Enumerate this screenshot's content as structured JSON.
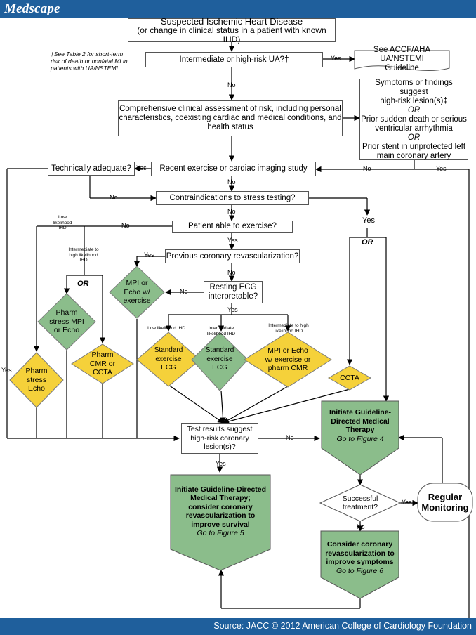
{
  "header": {
    "brand": "Medscape"
  },
  "footer": {
    "source": "Source: JACC © 2012 American College of Cardiology Foundation"
  },
  "note": "†See Table 2 for short-term risk of death or nonfatal MI in patients with UA/NSTEMI",
  "nodes": {
    "start_l1": "Suspected Ischemic Heart Disease",
    "start_l2": "(or change in clinical status in a patient with known IHD)",
    "ua": "Intermediate or high-risk UA?†",
    "see_l1": "See ACCF/AHA UA/NSTEMI",
    "see_l2": "Guideline",
    "assess_l1": "Comprehensive clinical assessment of risk, including personal",
    "assess_l2": "characteristics, coexisting cardiac and medical conditions, and",
    "assess_l3": "health status",
    "symptoms_l1": "Symptoms or findings suggest",
    "symptoms_l2": "high-risk lesion(s)‡",
    "symptoms_or1": "OR",
    "symptoms_l3": "Prior sudden death or serious",
    "symptoms_l4": "ventricular arrhythmia",
    "symptoms_or2": "OR",
    "symptoms_l5": "Prior stent in unprotected left",
    "symptoms_l6": "main coronary artery",
    "tech": "Technically adequate?",
    "recent": "Recent exercise or cardiac imaging study",
    "contra": "Contraindications to stress testing?",
    "able": "Patient able to exercise?",
    "prev": "Previous coronary revascularization?",
    "resting_l1": "Resting ECG",
    "resting_l2": "interpretable?",
    "results_l1": "Test results suggest",
    "results_l2": "high-risk coronary",
    "results_l3": "lesion(s)?",
    "successful_l1": "Successful",
    "successful_l2": "treatment?",
    "regular_l1": "Regular",
    "regular_l2": "Monitoring"
  },
  "diamonds": {
    "mpi_echo": [
      "MPI or",
      "Echo w/",
      "exercise"
    ],
    "pharm_mpi": [
      "Pharm",
      "stress MPI",
      "or Echo"
    ],
    "pharm_cmr": [
      "Pharm",
      "CMR or",
      "CCTA"
    ],
    "pharm_echo": [
      "Pharm",
      "stress",
      "Echo"
    ],
    "std_ecg_low": [
      "Standard",
      "exercise",
      "ECG"
    ],
    "std_ecg_int": [
      "Standard",
      "exercise",
      "ECG"
    ],
    "mpi_echo_pharm": [
      "MPI or Echo",
      "w/ exercise or",
      "pharm CMR"
    ],
    "ccta": [
      "CCTA"
    ]
  },
  "pentagons": {
    "gdmt_right": {
      "title": "Initiate Guideline-Directed Medical Therapy",
      "goto": "Go to Figure 4"
    },
    "gdmt_left": {
      "title": "Initiate Guideline-Directed Medical Therapy; consider coronary revascularization to improve survival",
      "goto": "Go to Figure 5"
    },
    "consider": {
      "title": "Consider coronary revascularization to improve symptoms",
      "goto": "Go to Figure 6"
    }
  },
  "labels": {
    "yes": "Yes",
    "no": "No",
    "or": "OR",
    "low_ihd": "Low likelihood IHD",
    "int_high_ihd": "Intermediate to high likelihood IHD",
    "low_ihd_2": "Low likelihood IHD",
    "int_ihd": "Intermediate likelihood IHD",
    "int_high_ihd_2": "Intermediate to high likelihood IHD"
  },
  "colors": {
    "brand_blue": "#1f5f9c",
    "green": "#8bbd8b",
    "yellow": "#f5d13a",
    "line": "#000000"
  }
}
